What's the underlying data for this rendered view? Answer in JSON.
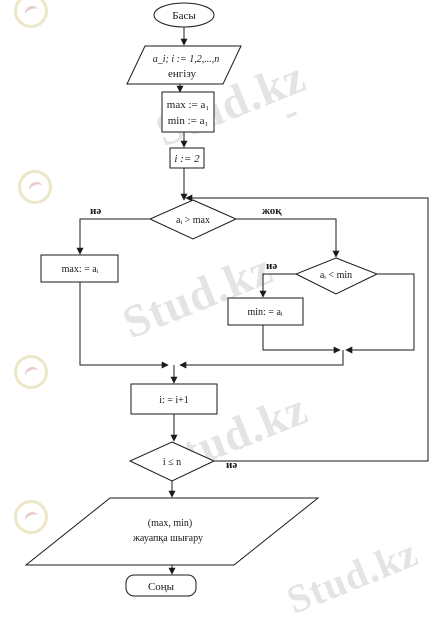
{
  "watermark": {
    "text": "Stud.kz",
    "separator": "-"
  },
  "flowchart": {
    "start": "Басы",
    "input": {
      "line1": "a_i; i := 1,2,...,n",
      "line2": "енгізу"
    },
    "init": {
      "line1": "max := a₁",
      "line2": "min := a₁"
    },
    "counter_init": "i := 2",
    "cond_max": "aᵢ > max",
    "assign_max": "max: = aᵢ",
    "cond_min": "aᵢ < min",
    "assign_min": "min: = aᵢ",
    "increment": "i: = i+1",
    "cond_loop": "i ≤ n",
    "output": {
      "line1": "(max, min)",
      "line2": "жауапқа шығару"
    },
    "end": "Соңы",
    "labels": {
      "yes": "иә",
      "no": "жоқ"
    }
  }
}
